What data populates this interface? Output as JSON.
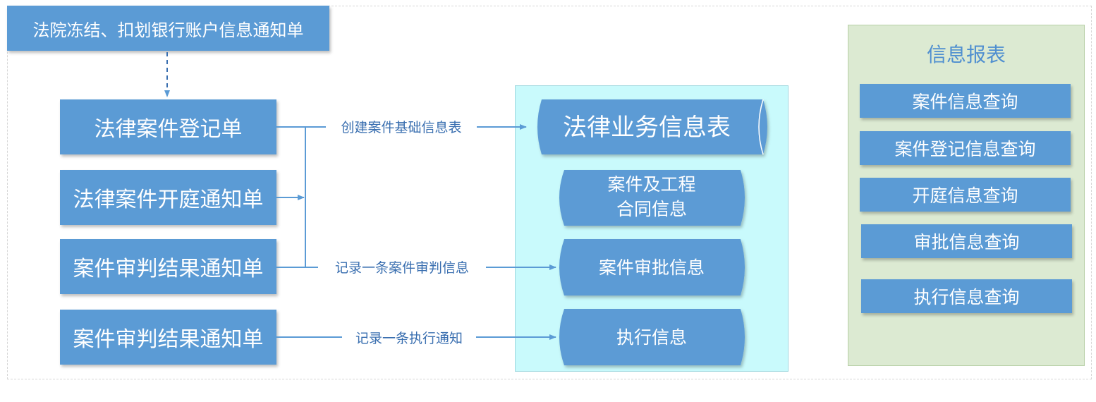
{
  "top_notice": "法院冻结、扣划银行账户信息通知单",
  "documents": [
    "法律案件登记单",
    "法律案件开庭通知单",
    "案件审判结果通知单",
    "案件审判结果通知单"
  ],
  "edge_labels": {
    "create": "创建案件基础信息表",
    "record_trial": "记录一条案件审判信息",
    "record_exec": "记录一条执行通知"
  },
  "database": {
    "main_table": "法律业务信息表",
    "sub_tables": [
      "案件及工程",
      "合同信息",
      "案件审批信息",
      "执行信息"
    ]
  },
  "report": {
    "title": "信息报表",
    "queries": [
      "案件信息查询",
      "案件登记信息查询",
      "开庭信息查询",
      "审批信息查询",
      "执行信息查询"
    ]
  },
  "colors": {
    "box": "#5b9bd5",
    "db_panel": "#c9fafc",
    "report_panel": "#dcead2",
    "arrow": "#5b9bd5"
  }
}
